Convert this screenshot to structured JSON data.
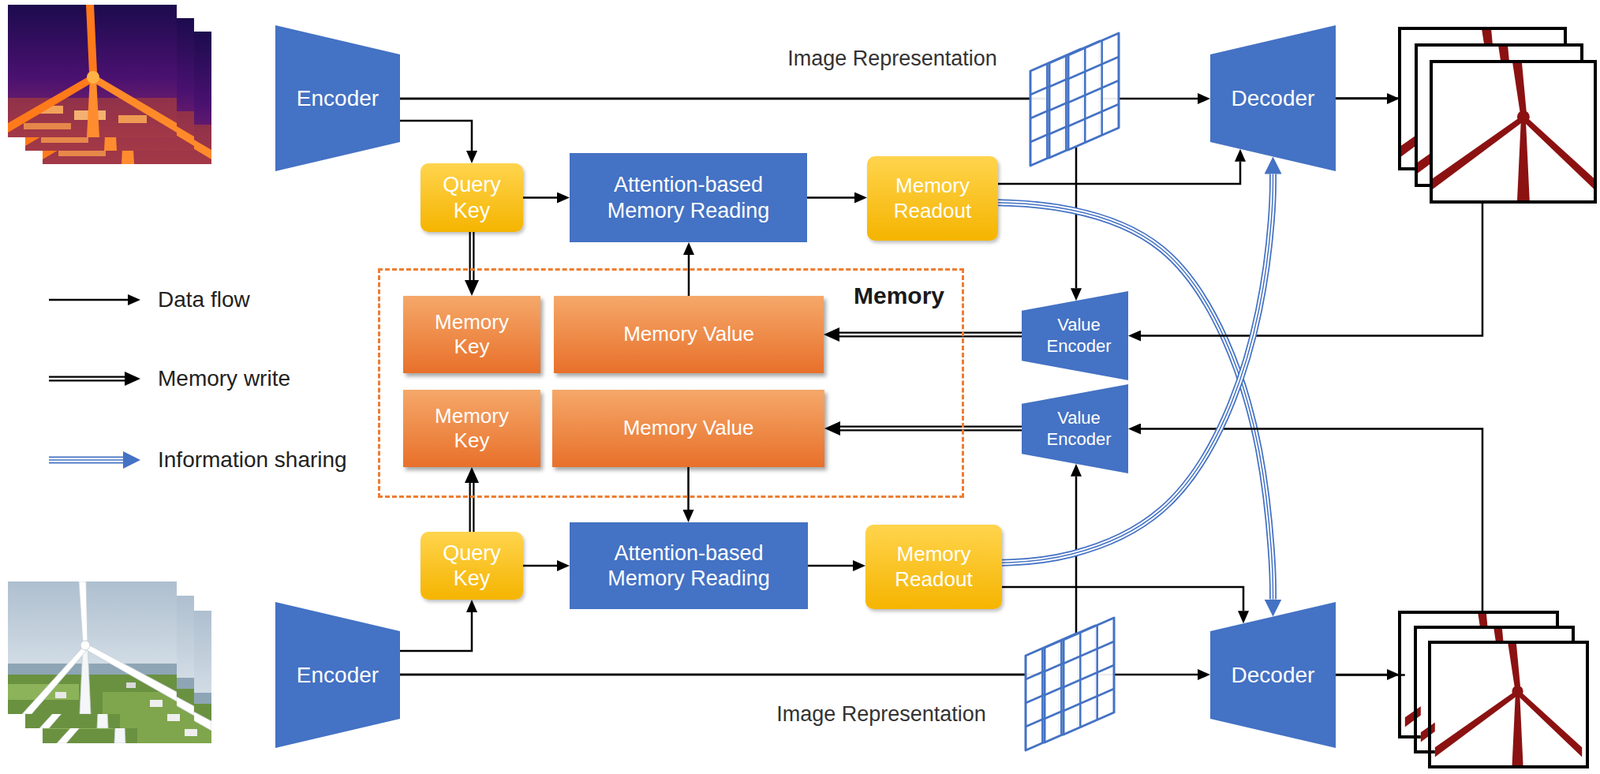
{
  "diagram": {
    "nodes": [
      {
        "text": [
          "Encoder"
        ]
      },
      {
        "text": [
          "Query Key"
        ]
      },
      {
        "text": [
          "Attention-based Memory Reading"
        ]
      },
      {
        "text": [
          "Memory Readout"
        ]
      },
      {
        "text": [
          "Decoder"
        ]
      },
      {
        "text": [
          "Memory"
        ]
      },
      {
        "text": [
          "Memory Key"
        ],
        "in": 5
      },
      {
        "text": [
          "Memory Value"
        ],
        "in": 5
      },
      {
        "text": [
          "Memory Key"
        ],
        "in": 5
      },
      {
        "text": [
          "Memory Value"
        ],
        "in": 5
      },
      {
        "text": [
          "Value Encoder"
        ]
      },
      {
        "text": [
          "Value Encoder"
        ]
      },
      {
        "text": [
          "Query Key"
        ]
      },
      {
        "text": [
          "Attention-based Memory Reading"
        ]
      },
      {
        "text": [
          "Memory Readout"
        ]
      },
      {
        "text": [
          "Encoder"
        ]
      },
      {
        "text": [
          "Decoder"
        ]
      }
    ],
    "edges": [
      {
        "from": 0,
        "to": 1,
        "arrow": "to"
      },
      {
        "from": 0,
        "to": 4,
        "arrow": "to"
      },
      {
        "from": 0,
        "to": 10,
        "arrow": "to"
      },
      {
        "from": 1,
        "to": 2,
        "arrow": "to"
      },
      {
        "from": 1,
        "to": 6,
        "arrow": "to"
      },
      {
        "from": 7,
        "to": 2,
        "arrow": "to"
      },
      {
        "from": 2,
        "to": 3,
        "arrow": "to"
      },
      {
        "from": 3,
        "to": 4,
        "arrow": "to"
      },
      {
        "from": 3,
        "to": 16,
        "arrow": "to"
      },
      {
        "from": 10,
        "to": 7,
        "arrow": "to"
      },
      {
        "from": 4,
        "to": 10,
        "arrow": "to"
      },
      {
        "from": 11,
        "to": 9,
        "arrow": "to"
      },
      {
        "from": 16,
        "to": 11,
        "arrow": "to"
      },
      {
        "from": 15,
        "to": 11,
        "arrow": "to"
      },
      {
        "from": 15,
        "to": 16,
        "arrow": "to"
      },
      {
        "from": 15,
        "to": 12,
        "arrow": "to"
      },
      {
        "from": 12,
        "to": 8,
        "arrow": "to"
      },
      {
        "from": 12,
        "to": 13,
        "arrow": "to"
      },
      {
        "from": 9,
        "to": 13,
        "arrow": "to"
      },
      {
        "from": 13,
        "to": 14,
        "arrow": "to"
      },
      {
        "from": 14,
        "to": 16,
        "arrow": "to"
      },
      {
        "from": 14,
        "to": 4,
        "arrow": "to"
      }
    ],
    "labels": [
      "Image Representation",
      "Image Representation"
    ],
    "legend": [
      {
        "text": "Data flow"
      },
      {
        "text": "Memory write"
      },
      {
        "text": "Information sharing"
      }
    ]
  }
}
